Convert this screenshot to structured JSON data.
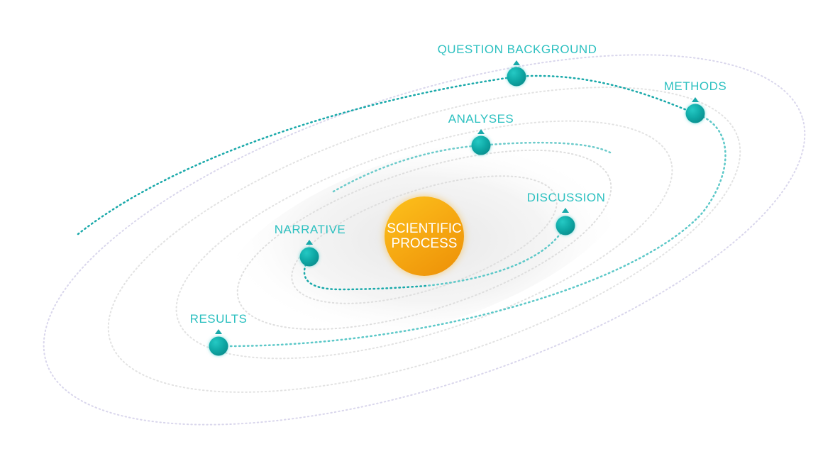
{
  "center": {
    "line1": "SCIENTIFIC",
    "line2": "PROCESS"
  },
  "nodes": [
    {
      "label": "QUESTION BACKGROUND"
    },
    {
      "label": "METHODS"
    },
    {
      "label": "ANALYSES"
    },
    {
      "label": "DISCUSSION"
    },
    {
      "label": "NARRATIVE"
    },
    {
      "label": "RESULTS"
    }
  ],
  "colors": {
    "accent": "#2cc0c0",
    "node": "#0fa9a6",
    "sun": "#f6a812"
  }
}
